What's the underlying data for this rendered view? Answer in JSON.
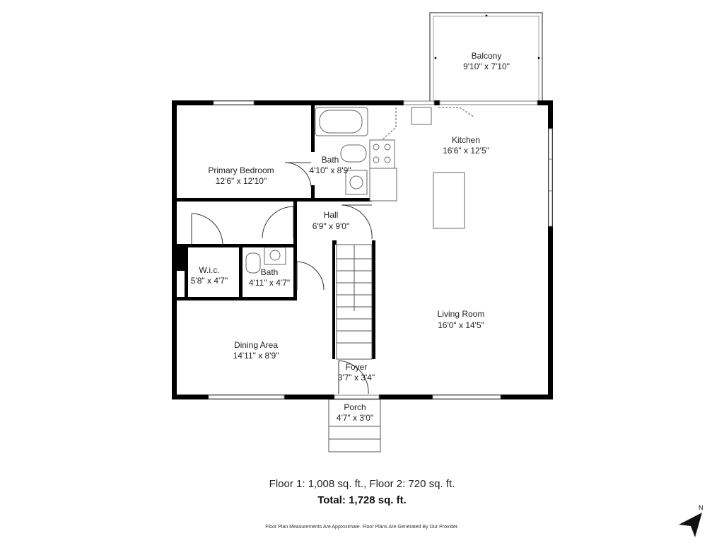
{
  "rooms": {
    "balcony": {
      "name": "Balcony",
      "dims": "9'10\" x 7'10\""
    },
    "kitchen": {
      "name": "Kitchen",
      "dims": "16'6\" x 12'5\""
    },
    "bath_upper": {
      "name": "Bath",
      "dims": "4'10\" x 8'9\""
    },
    "primary_bedroom": {
      "name": "Primary Bedroom",
      "dims": "12'6\" x 12'10\""
    },
    "hall": {
      "name": "Hall",
      "dims": "6'9\" x 9'0\""
    },
    "wic": {
      "name": "W.i.c.",
      "dims": "5'8\" x 4'7\""
    },
    "bath_lower": {
      "name": "Bath",
      "dims": "4'11\" x 4'7\""
    },
    "living_room": {
      "name": "Living Room",
      "dims": "16'0\" x 14'5\""
    },
    "dining_area": {
      "name": "Dining Area",
      "dims": "14'11\" x 8'9\""
    },
    "foyer": {
      "name": "Foyer",
      "dims": "3'7\" x 3'4\""
    },
    "porch": {
      "name": "Porch",
      "dims": "4'7\" x 3'0\""
    }
  },
  "summary": {
    "floors": "Floor 1: 1,008 sq. ft., Floor 2: 720 sq. ft.",
    "total": "Total: 1,728 sq. ft.",
    "footnote": "Floor Plan Measurements Are Approximate. Floor Plans Are Generated By Our Provider."
  },
  "compass": {
    "label": "N",
    "icon": "north-arrow-icon"
  }
}
